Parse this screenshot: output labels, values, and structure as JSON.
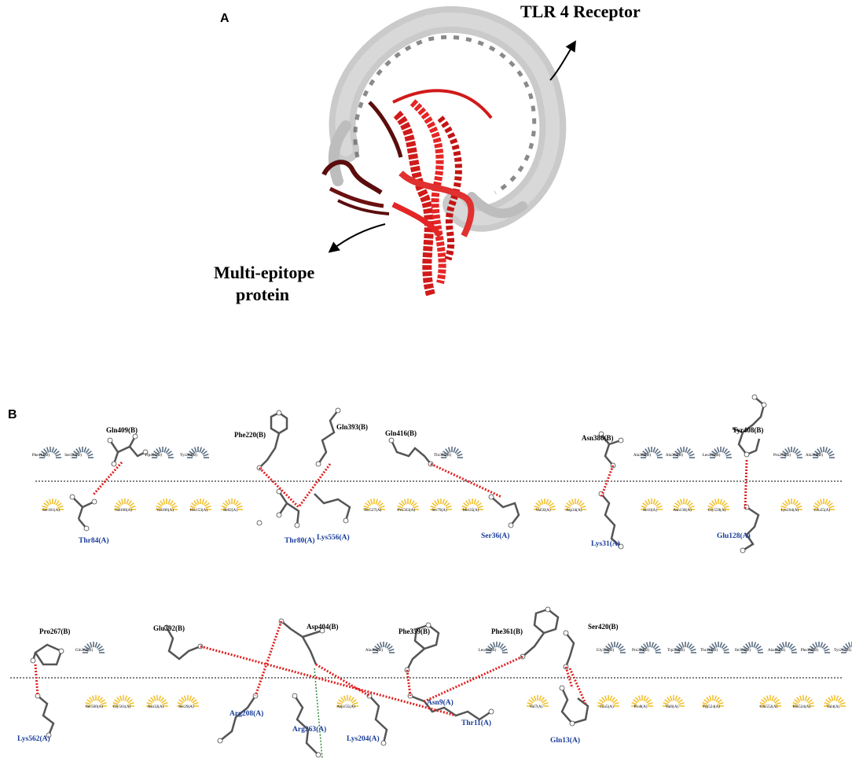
{
  "panelA": {
    "letter": "A",
    "receptor_label": "TLR 4 Receptor",
    "epitope_label_1": "Multi-epitope",
    "epitope_label_2": "protein"
  },
  "panelB": {
    "letter": "B",
    "colors": {
      "hbond": "#e02020",
      "hydrophobic_b": "#5b6e82",
      "hydrophobic_a": "#f2c12e",
      "chain_a_text": "#1a3d9a",
      "salt_bridge": "#2e8b3a"
    },
    "row1": {
      "chainB": [
        "Gln409(B)",
        "Phe220(B)",
        "Gln393(B)",
        "Gln416(B)",
        "Asn386(B)",
        "Tyr408(B)"
      ],
      "chainA": [
        "Thr84(A)",
        "Thr80(A)",
        "Lys556(A)",
        "Ser36(A)",
        "Lys31(A)",
        "Glu128(A)"
      ],
      "hydroB": [
        "Phe412(B)",
        "Ser223(B)",
        "Trp401(B)",
        "Tyr268(B)",
        "Thr385(B)",
        "Ala389(B)",
        "Ala362(B)",
        "Leu396(B)",
        "Pro270(B)",
        "Ala388(B)"
      ],
      "hydroA": [
        "Ser181(A)",
        "Val108(A)",
        "Val106(A)",
        "His153(A)",
        "Ile82(A)",
        "Thr527(A)",
        "Pro563(A)",
        "Ser79(A)",
        "Met35(A)",
        "Val56(A)",
        "Asp34(A)",
        "Ile10(A)",
        "Asn130(A)",
        "Gly559(A)",
        "Lys104(A)",
        "Glu55(A)"
      ]
    },
    "row2": {
      "chainB": [
        "Pro267(B)",
        "Glu392(B)",
        "Asp404(B)",
        "Phe359(B)",
        "Phe361(B)",
        "Ser420(B)"
      ],
      "chainA": [
        "Lys562(A)",
        "Arg208(A)",
        "Arg263(A)",
        "Lys204(A)",
        "Asn9(A)",
        "Thr11(A)",
        "Gln13(A)"
      ],
      "hydroB": [
        "Gln363(B)",
        "Ala406(B)",
        "Leu426(B)",
        "Gly326(B)",
        "Pro329(B)",
        "Trp358(B)",
        "Thr419(B)",
        "Ile303(B)",
        "Ala423(B)",
        "Phe306(B)",
        "Tyr217(B)"
      ],
      "hydroA": [
        "Ser560(A)",
        "Gly561(A)",
        "Asn32(A)",
        "Ser29(A)",
        "Asp155(A)",
        "Val7(A)",
        "Glu5(A)",
        "Pro8(A)",
        "Val6(A)",
        "Trp524(A)",
        "Glu552(A)",
        "His524(A)",
        "Val4(A)"
      ]
    }
  }
}
